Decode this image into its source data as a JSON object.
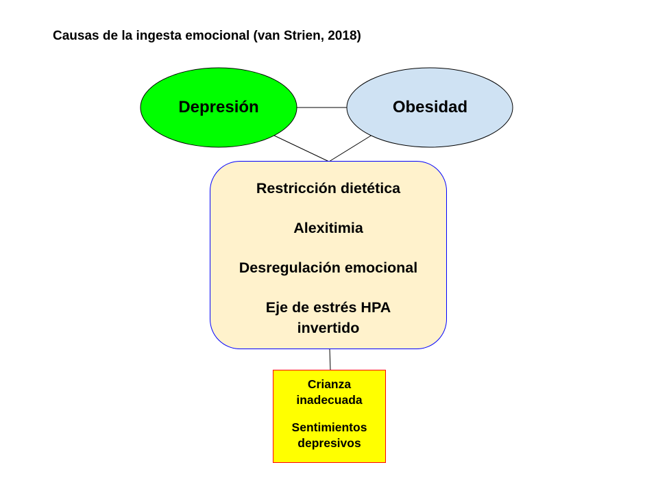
{
  "title": "Causas de la ingesta emocional (van Strien, 2018)",
  "nodes": {
    "depresion": {
      "label": "Depresión",
      "fill": "#00ff00"
    },
    "obesidad": {
      "label": "Obesidad",
      "fill": "#cfe2f3"
    }
  },
  "causes_box": {
    "fill": "#fff2cc",
    "border": "#0000ff",
    "items": [
      "Restricción dietética",
      "Alexitimia",
      "Desregulación emocional",
      "Eje de estrés HPA invertido"
    ]
  },
  "parenting_box": {
    "fill": "#ffff00",
    "border": "#ff0000",
    "items": [
      "Crianza inadecuada",
      "Sentimientos depresivos"
    ]
  }
}
